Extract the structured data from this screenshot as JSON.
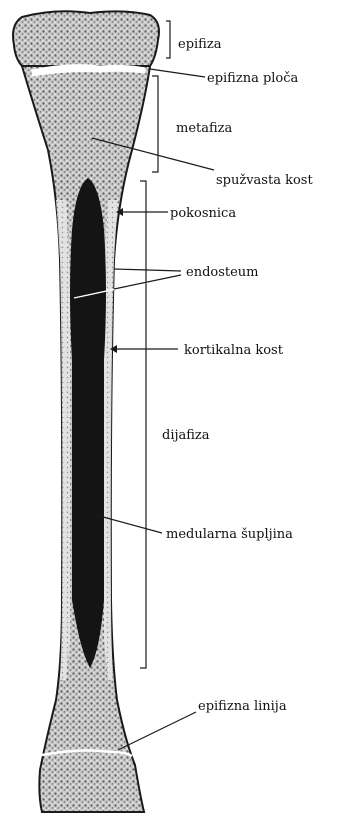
{
  "labels": {
    "epifiza": "epifiza",
    "epifizna_ploca": "epifizna ploča",
    "metafiza": "metafiza",
    "spuzvasta_kost": "spužvasta kost",
    "pokosnica": "pokosnica",
    "endosteum": "endosteum",
    "kortikalna_kost": "kortikalna kost",
    "dijafiza": "dijafiza",
    "medularna_supljina": "medularna šupljina",
    "epifizna_linija": "epifizna linija"
  },
  "colors": {
    "outline": "#1a1a1a",
    "spongy": "#b0b0b0",
    "marrow": "#141414",
    "plate": "#ffffff"
  }
}
